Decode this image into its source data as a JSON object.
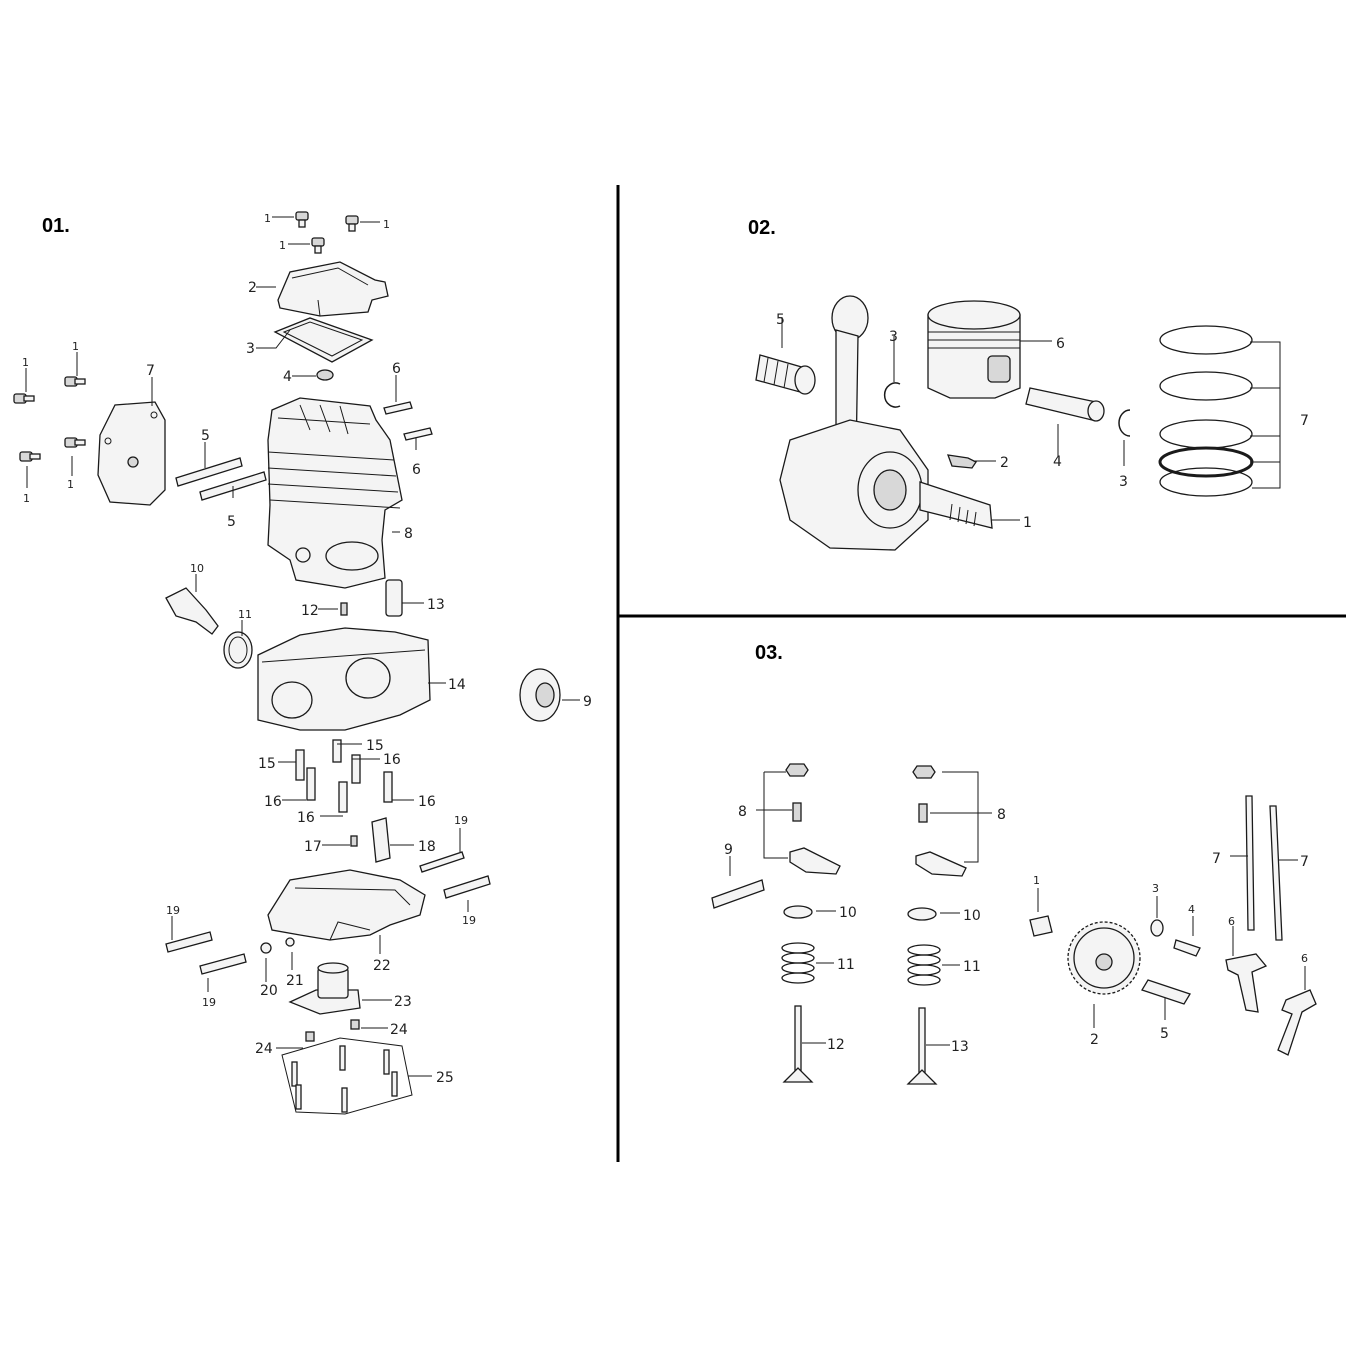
{
  "sections": [
    {
      "id": "01",
      "title": "01."
    },
    {
      "id": "02",
      "title": "02."
    },
    {
      "id": "03",
      "title": "03."
    }
  ],
  "labels01": [
    "1",
    "1",
    "1",
    "2",
    "3",
    "4",
    "1",
    "1",
    "1",
    "1",
    "7",
    "5",
    "5",
    "6",
    "6",
    "8",
    "10",
    "11",
    "12",
    "13",
    "14",
    "9",
    "15",
    "15",
    "16",
    "16",
    "16",
    "16",
    "17",
    "18",
    "19",
    "19",
    "19",
    "19",
    "20",
    "21",
    "22",
    "23",
    "24",
    "24",
    "25"
  ],
  "labels02": [
    "5",
    "3",
    "6",
    "2",
    "4",
    "3",
    "1",
    "7"
  ],
  "labels03": [
    "8",
    "8",
    "9",
    "10",
    "10",
    "11",
    "11",
    "12",
    "13",
    "1",
    "3",
    "4",
    "7",
    "7",
    "6",
    "6",
    "2",
    "5"
  ]
}
